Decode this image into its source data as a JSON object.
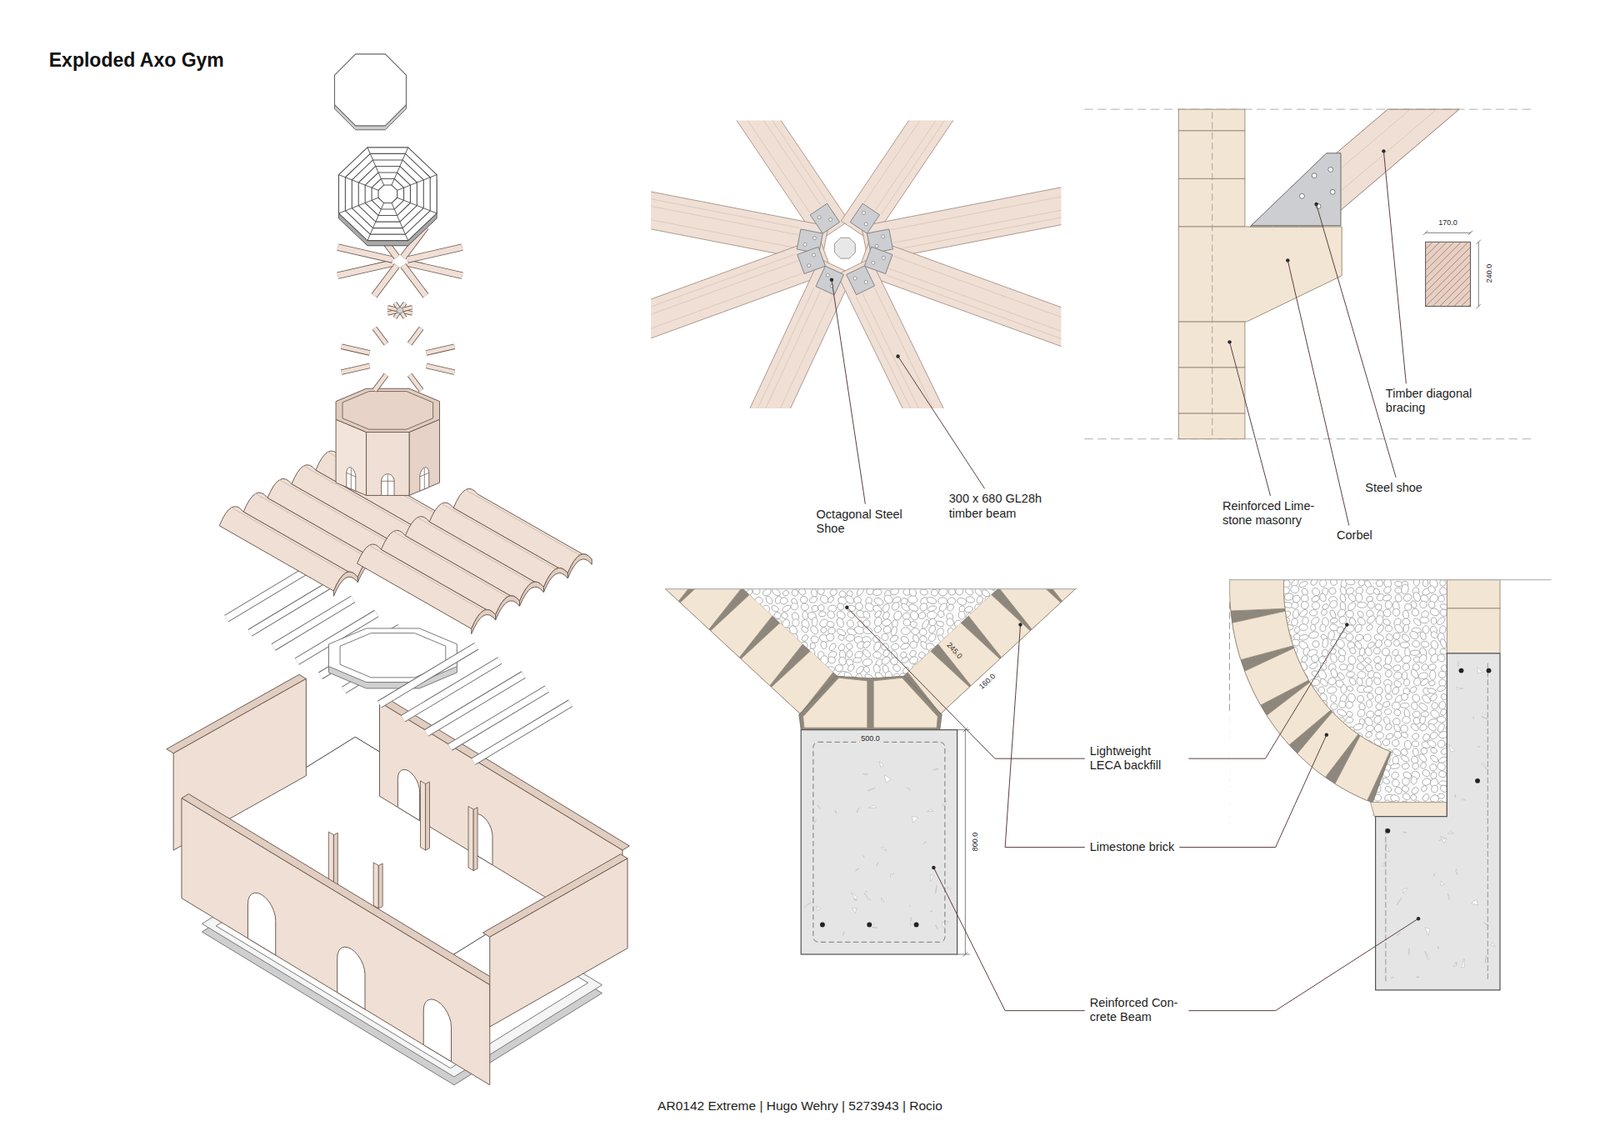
{
  "diagram": {
    "title": "Exploded Axo Gym",
    "caption": "AR0142 Extreme | Hugo Wehry | 5273943 | Rocio",
    "labels": [
      "Octagonal Steel Shoe",
      "300 x 680 GL28h timber beam",
      "Timber diagonal bracing",
      "Steel shoe",
      "Reinforced Lime- stone masonry",
      "Corbel",
      "170.0",
      "240.0",
      "245.0",
      "160.0",
      "500.0",
      "800.0",
      "Lightweight LECA backfill",
      "Limestone brick",
      "Reinforced Con- crete Beam"
    ]
  }
}
